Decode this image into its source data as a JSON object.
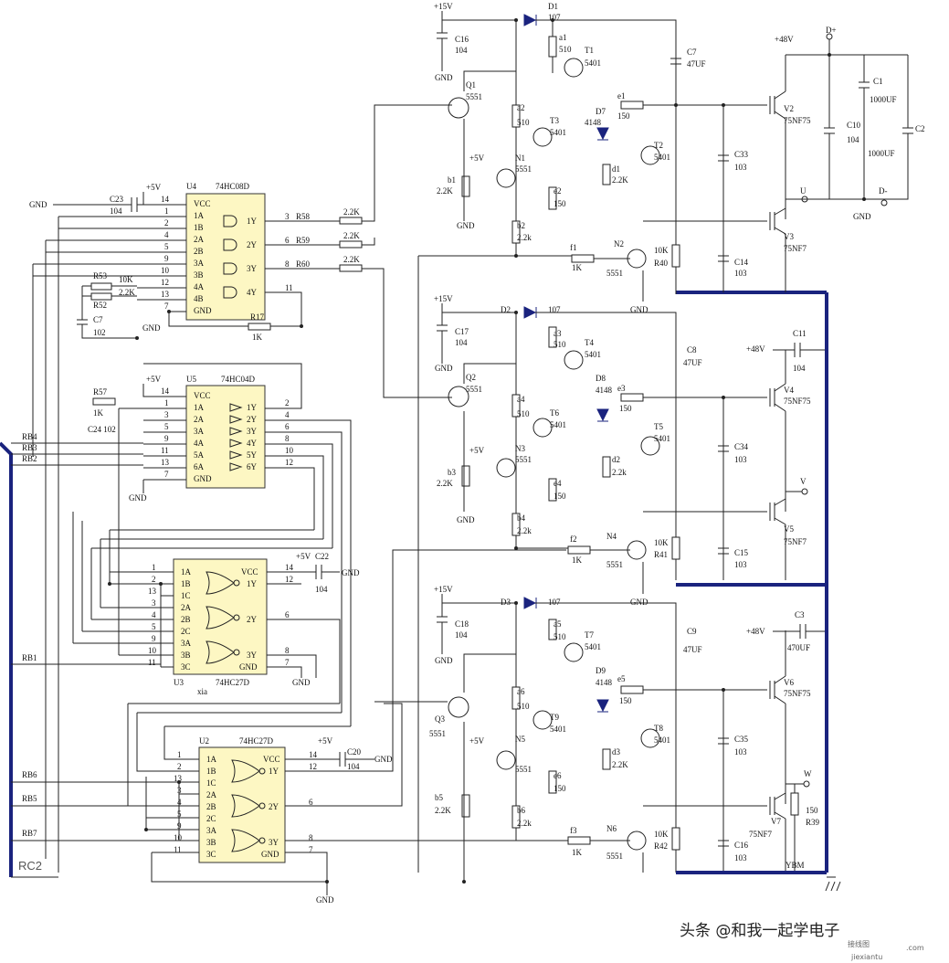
{
  "chips": {
    "u4": {
      "name": "U4",
      "part": "74HC08D",
      "pins": [
        "VCC",
        "1A",
        "1B",
        "2A",
        "2B",
        "3A",
        "3B",
        "4A",
        "4B",
        "GND"
      ],
      "outs": [
        "1Y",
        "2Y",
        "3Y",
        "4Y"
      ],
      "nums": [
        "14",
        "1",
        "2",
        "4",
        "5",
        "9",
        "10",
        "12",
        "13",
        "7",
        "3",
        "6",
        "8",
        "11"
      ]
    },
    "u5": {
      "name": "U5",
      "part": "74HC04D",
      "pins": [
        "VCC",
        "1A",
        "2A",
        "3A",
        "4A",
        "5A",
        "6A",
        "GND"
      ],
      "outs": [
        "1Y",
        "2Y",
        "3Y",
        "4Y",
        "5Y",
        "6Y"
      ],
      "nums": [
        "14",
        "1",
        "3",
        "5",
        "9",
        "11",
        "13",
        "7",
        "2",
        "4",
        "6",
        "8",
        "10",
        "12"
      ]
    },
    "u3": {
      "name": "U3",
      "part": "74HC27D",
      "extra": "xia",
      "pins": [
        "1A",
        "1B",
        "1C",
        "2A",
        "2B",
        "2C",
        "3A",
        "3B",
        "3C"
      ],
      "right": [
        "VCC",
        "1Y",
        "2Y",
        "3Y",
        "GND"
      ],
      "nums": [
        "1",
        "2",
        "13",
        "3",
        "4",
        "5",
        "9",
        "10",
        "11",
        "14",
        "12",
        "6",
        "8",
        "7"
      ]
    },
    "u2": {
      "name": "U2",
      "part": "74HC27D",
      "pins": [
        "1A",
        "1B",
        "1C",
        "2A",
        "2B",
        "2C",
        "3A",
        "3B",
        "3C"
      ],
      "right": [
        "VCC",
        "1Y",
        "2Y",
        "3Y",
        "GND"
      ],
      "nums": [
        "1",
        "2",
        "13",
        "3",
        "4",
        "5",
        "9",
        "10",
        "11",
        "14",
        "12",
        "6",
        "8",
        "7"
      ]
    }
  },
  "parts": {
    "c23": [
      "C23",
      "104"
    ],
    "c7a": [
      "C7",
      "102"
    ],
    "c24": "C24 102",
    "r53": [
      "R53",
      "10K"
    ],
    "r52": [
      "R52",
      "2.2K"
    ],
    "r17": [
      "R17",
      "1K"
    ],
    "r57": [
      "R57",
      "1K"
    ],
    "r58": [
      "R58",
      "2.2K"
    ],
    "r59": [
      "R59",
      "2.2K"
    ],
    "r60": [
      "R60",
      "2.2K"
    ],
    "c22": [
      "C22",
      "104"
    ],
    "c20": [
      "C20",
      "104"
    ],
    "phase1": {
      "c16": [
        "C16",
        "104"
      ],
      "d1": [
        "D1",
        "107"
      ],
      "a1": [
        "a1",
        "510"
      ],
      "t1": [
        "T1",
        "5401"
      ],
      "c7": [
        "C7",
        "47UF"
      ],
      "q1": [
        "Q1",
        "5551"
      ],
      "a2": [
        "a2",
        "510"
      ],
      "t3": [
        "T3",
        "5401"
      ],
      "d7": [
        "D7",
        "4148"
      ],
      "e1": [
        "e1",
        "150"
      ],
      "t2": [
        "T2",
        "5401"
      ],
      "d1r": [
        "d1",
        "2.2K"
      ],
      "n1": [
        "N1",
        "5551"
      ],
      "b1": [
        "b1",
        "2.2K"
      ],
      "e2": [
        "e2",
        "150"
      ],
      "b2": [
        "b2",
        "2.2k"
      ],
      "f1": [
        "f1",
        "1K"
      ],
      "n2": [
        "N2",
        "5551"
      ],
      "r40": [
        "10K",
        "R40"
      ],
      "c33": [
        "C33",
        "103"
      ],
      "c14": [
        "C14",
        "103"
      ],
      "v2": [
        "V2",
        "75NF75"
      ],
      "v3": [
        "V3",
        "75NF7"
      ]
    },
    "phase2": {
      "c17": [
        "C17",
        "104"
      ],
      "d2": [
        "D2",
        "107"
      ],
      "a3": [
        "a3",
        "510"
      ],
      "t4": [
        "T4",
        "5401"
      ],
      "c8": [
        "C8",
        "47UF"
      ],
      "q2": [
        "Q2",
        "5551"
      ],
      "a4": [
        "a4",
        "510"
      ],
      "t6": [
        "T6",
        "5401"
      ],
      "d8": [
        "D8",
        "4148"
      ],
      "e3": [
        "e3",
        "150"
      ],
      "t5": [
        "T5",
        "5401"
      ],
      "d2r": [
        "d2",
        "2.2k"
      ],
      "n3": [
        "N3",
        "5551"
      ],
      "b3": [
        "b3",
        "2.2K"
      ],
      "e4": [
        "e4",
        "150"
      ],
      "b4": [
        "b4",
        "2.2k"
      ],
      "f2": [
        "f2",
        "1K"
      ],
      "n4": [
        "N4",
        "5551"
      ],
      "r41": [
        "10K",
        "R41"
      ],
      "c34": [
        "C34",
        "103"
      ],
      "c15": [
        "C15",
        "103"
      ],
      "v4": [
        "V4",
        "75NF75"
      ],
      "v5": [
        "V5",
        "75NF7"
      ],
      "c11": [
        "C11",
        "104"
      ]
    },
    "phase3": {
      "c18": [
        "C18",
        "104"
      ],
      "d3": [
        "D3",
        "107"
      ],
      "a5": [
        "a5",
        "510"
      ],
      "t7": [
        "T7",
        "5401"
      ],
      "c9": [
        "C9",
        "47UF"
      ],
      "q3": [
        "Q3",
        "5551"
      ],
      "a6": [
        "a6",
        "510"
      ],
      "t9": [
        "T9",
        "5401"
      ],
      "d9": [
        "D9",
        "4148"
      ],
      "e5": [
        "e5",
        "150"
      ],
      "t8": [
        "T8",
        "5401"
      ],
      "d3r": [
        "d3",
        "2.2K"
      ],
      "n5": [
        "N5",
        "5551"
      ],
      "b5": [
        "b5",
        "2.2K"
      ],
      "e6": [
        "e6",
        "150"
      ],
      "b6": [
        "b6",
        "2.2k"
      ],
      "f3": [
        "f3",
        "1K"
      ],
      "n6": [
        "N6",
        "5551"
      ],
      "r42": [
        "10K",
        "R42"
      ],
      "c35": [
        "C35",
        "103"
      ],
      "c16": [
        "C16",
        "103"
      ],
      "v6": [
        "V6",
        "75NF75"
      ],
      "v7": [
        "V7",
        "75NF7"
      ],
      "c3": [
        "C3",
        "470UF"
      ],
      "r39": [
        "150",
        "R39"
      ]
    },
    "c1": [
      "C1",
      "1000UF"
    ],
    "c2": [
      "C2",
      "1000UF"
    ],
    "c10": [
      "C10",
      "104"
    ]
  },
  "nets": {
    "gnd": "GND",
    "p5v": "+5V",
    "p15v": "+15V",
    "p48v": "+48V",
    "dplus": "D+",
    "dminus": "D-",
    "u": "U",
    "v": "V",
    "w": "W",
    "ybm": "YBM",
    "rb1": "RB1",
    "rb2": "RB2",
    "rb3": "RB3",
    "rb4": "RB4",
    "rb5": "RB5",
    "rb6": "RB6",
    "rb7": "RB7",
    "rc2": "RC2"
  },
  "watermark": {
    "text": "头条 @和我一起学电子",
    "site": "接线图",
    "url": "jiexiantu",
    "tld": ".com"
  }
}
